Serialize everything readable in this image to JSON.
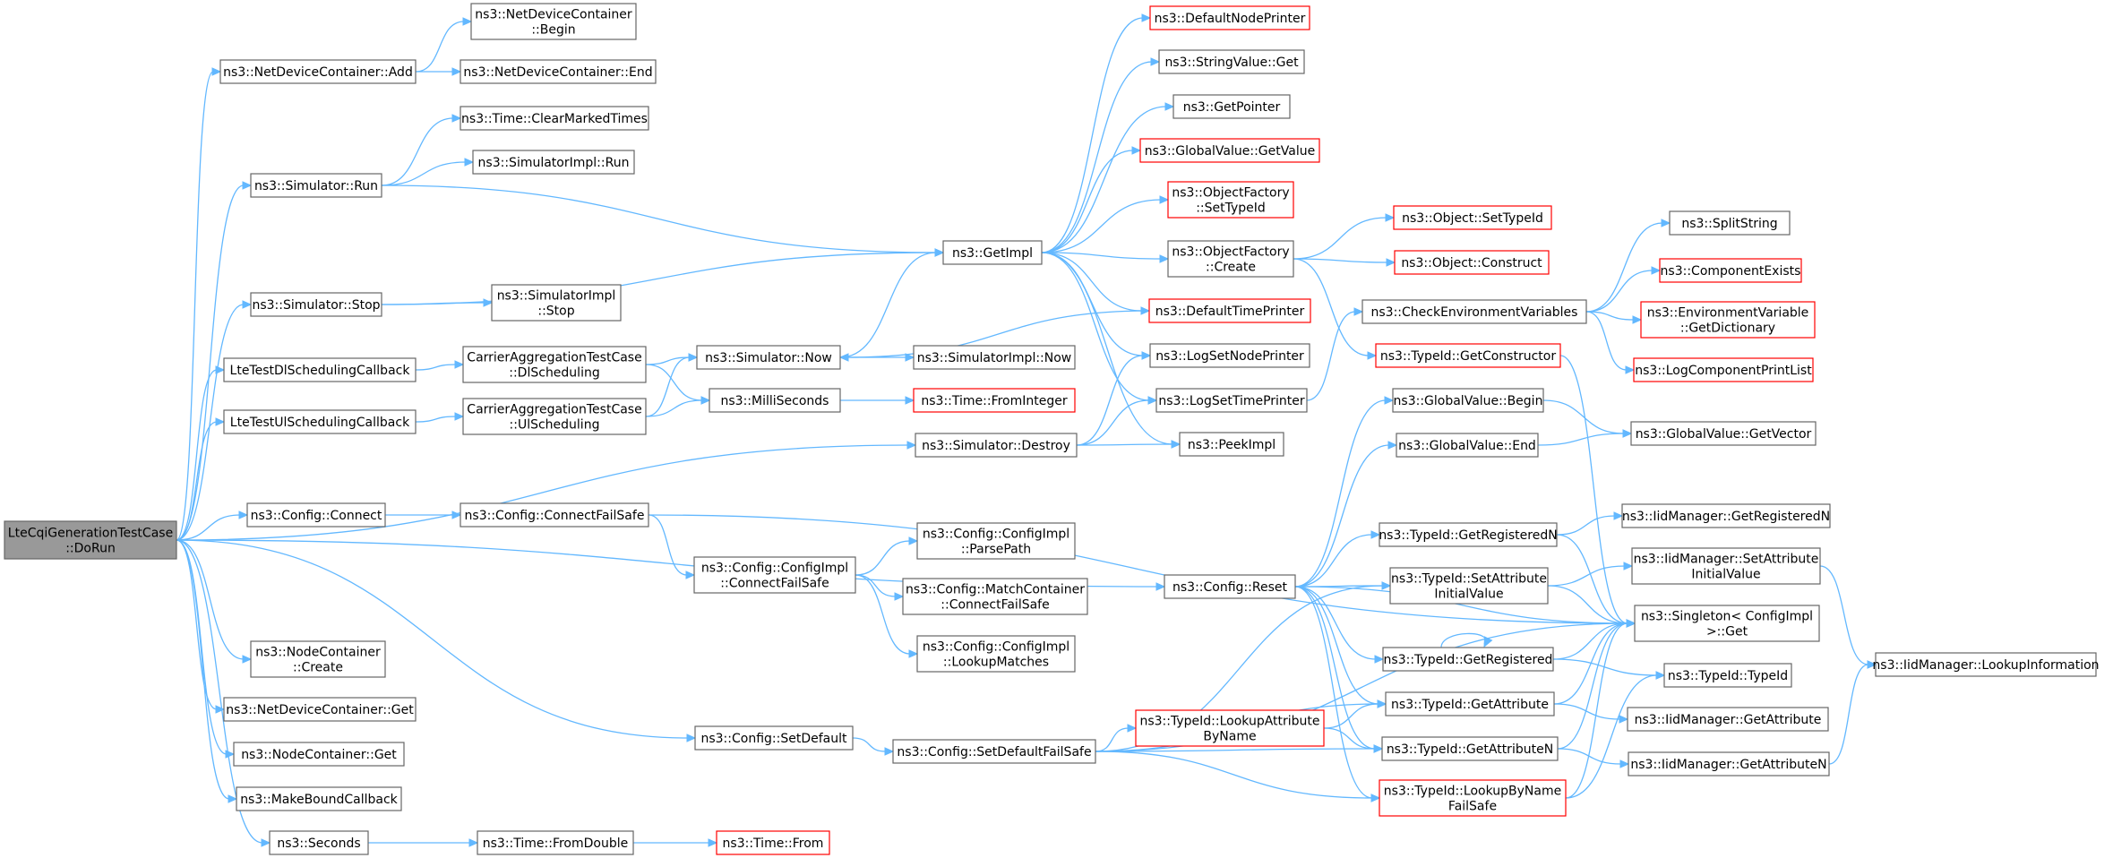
{
  "colors": {
    "edge": "#63b8ff",
    "node_border": "#666666",
    "node_border_truncated": "#ff0000",
    "root_fill": "#999999",
    "background": "#ffffff"
  },
  "nodes": [
    {
      "id": "root",
      "lines": [
        "LteCqiGenerationTestCase",
        "::DoRun"
      ],
      "style": "root"
    },
    {
      "id": "ndcAdd",
      "lines": [
        "ns3::NetDeviceContainer::Add"
      ]
    },
    {
      "id": "ndcBegin",
      "lines": [
        "ns3::NetDeviceContainer",
        "::Begin"
      ]
    },
    {
      "id": "ndcEnd",
      "lines": [
        "ns3::NetDeviceContainer::End"
      ]
    },
    {
      "id": "simRun",
      "lines": [
        "ns3::Simulator::Run"
      ]
    },
    {
      "id": "clearMarked",
      "lines": [
        "ns3::Time::ClearMarkedTimes"
      ]
    },
    {
      "id": "simImplRun",
      "lines": [
        "ns3::SimulatorImpl::Run"
      ]
    },
    {
      "id": "simStop",
      "lines": [
        "ns3::Simulator::Stop"
      ]
    },
    {
      "id": "simImplStop",
      "lines": [
        "ns3::SimulatorImpl",
        "::Stop"
      ]
    },
    {
      "id": "lteDl",
      "lines": [
        "LteTestDlSchedulingCallback"
      ]
    },
    {
      "id": "lteUl",
      "lines": [
        "LteTestUlSchedulingCallback"
      ]
    },
    {
      "id": "caDl",
      "lines": [
        "CarrierAggregationTestCase",
        "::DlScheduling"
      ]
    },
    {
      "id": "caUl",
      "lines": [
        "CarrierAggregationTestCase",
        "::UlScheduling"
      ]
    },
    {
      "id": "simNow",
      "lines": [
        "ns3::Simulator::Now"
      ]
    },
    {
      "id": "simImplNow",
      "lines": [
        "ns3::SimulatorImpl::Now"
      ]
    },
    {
      "id": "milli",
      "lines": [
        "ns3::MilliSeconds"
      ]
    },
    {
      "id": "fromInt",
      "lines": [
        "ns3::Time::FromInteger"
      ],
      "style": "red"
    },
    {
      "id": "simDestroy",
      "lines": [
        "ns3::Simulator::Destroy"
      ]
    },
    {
      "id": "cfgConnect",
      "lines": [
        "ns3::Config::Connect"
      ]
    },
    {
      "id": "cfgConnectFS",
      "lines": [
        "ns3::Config::ConnectFailSafe"
      ]
    },
    {
      "id": "cfgImplCFS",
      "lines": [
        "ns3::Config::ConfigImpl",
        "::ConnectFailSafe"
      ]
    },
    {
      "id": "parsePath",
      "lines": [
        "ns3::Config::ConfigImpl",
        "::ParsePath"
      ]
    },
    {
      "id": "matchCFS",
      "lines": [
        "ns3::Config::MatchContainer",
        "::ConnectFailSafe"
      ]
    },
    {
      "id": "lookupMatches",
      "lines": [
        "ns3::Config::ConfigImpl",
        "::LookupMatches"
      ]
    },
    {
      "id": "ncCreate",
      "lines": [
        "ns3::NodeContainer",
        "::Create"
      ]
    },
    {
      "id": "ndcGet",
      "lines": [
        "ns3::NetDeviceContainer::Get"
      ]
    },
    {
      "id": "ncGet",
      "lines": [
        "ns3::NodeContainer::Get"
      ]
    },
    {
      "id": "mbc",
      "lines": [
        "ns3::MakeBoundCallback"
      ]
    },
    {
      "id": "seconds",
      "lines": [
        "ns3::Seconds"
      ]
    },
    {
      "id": "fromDouble",
      "lines": [
        "ns3::Time::FromDouble"
      ]
    },
    {
      "id": "timeFrom",
      "lines": [
        "ns3::Time::From"
      ],
      "style": "red"
    },
    {
      "id": "cfgSetDefault",
      "lines": [
        "ns3::Config::SetDefault"
      ]
    },
    {
      "id": "cfgSetDefaultFS",
      "lines": [
        "ns3::Config::SetDefaultFailSafe"
      ]
    },
    {
      "id": "getImpl",
      "lines": [
        "ns3::GetImpl"
      ]
    },
    {
      "id": "defNodePrinter",
      "lines": [
        "ns3::DefaultNodePrinter"
      ],
      "style": "red"
    },
    {
      "id": "strValGet",
      "lines": [
        "ns3::StringValue::Get"
      ]
    },
    {
      "id": "getPointer",
      "lines": [
        "ns3::GetPointer"
      ]
    },
    {
      "id": "gvGetValue",
      "lines": [
        "ns3::GlobalValue::GetValue"
      ],
      "style": "red"
    },
    {
      "id": "ofSetTypeId",
      "lines": [
        "ns3::ObjectFactory",
        "::SetTypeId"
      ],
      "style": "red"
    },
    {
      "id": "ofCreate",
      "lines": [
        "ns3::ObjectFactory",
        "::Create"
      ]
    },
    {
      "id": "defTimePrinter",
      "lines": [
        "ns3::DefaultTimePrinter"
      ],
      "style": "red"
    },
    {
      "id": "logSetNode",
      "lines": [
        "ns3::LogSetNodePrinter"
      ]
    },
    {
      "id": "logSetTime",
      "lines": [
        "ns3::LogSetTimePrinter"
      ]
    },
    {
      "id": "peekImpl",
      "lines": [
        "ns3::PeekImpl"
      ]
    },
    {
      "id": "cfgReset",
      "lines": [
        "ns3::Config::Reset"
      ]
    },
    {
      "id": "lookupAttrByName",
      "lines": [
        "ns3::TypeId::LookupAttribute",
        "ByName"
      ],
      "style": "red"
    },
    {
      "id": "objSetTypeId",
      "lines": [
        "ns3::Object::SetTypeId"
      ],
      "style": "red"
    },
    {
      "id": "objConstruct",
      "lines": [
        "ns3::Object::Construct"
      ],
      "style": "red"
    },
    {
      "id": "checkEnv",
      "lines": [
        "ns3::CheckEnvironmentVariables"
      ]
    },
    {
      "id": "getConstructor",
      "lines": [
        "ns3::TypeId::GetConstructor"
      ],
      "style": "red"
    },
    {
      "id": "gvBegin",
      "lines": [
        "ns3::GlobalValue::Begin"
      ]
    },
    {
      "id": "gvEnd",
      "lines": [
        "ns3::GlobalValue::End"
      ]
    },
    {
      "id": "getRegN",
      "lines": [
        "ns3::TypeId::GetRegisteredN"
      ]
    },
    {
      "id": "setAttrInit",
      "lines": [
        "ns3::TypeId::SetAttribute",
        "InitialValue"
      ]
    },
    {
      "id": "getRegistered",
      "lines": [
        "ns3::TypeId::GetRegistered"
      ]
    },
    {
      "id": "getAttribute",
      "lines": [
        "ns3::TypeId::GetAttribute"
      ]
    },
    {
      "id": "getAttributeN",
      "lines": [
        "ns3::TypeId::GetAttributeN"
      ]
    },
    {
      "id": "lookupByNameFS",
      "lines": [
        "ns3::TypeId::LookupByName",
        "FailSafe"
      ],
      "style": "red"
    },
    {
      "id": "splitString",
      "lines": [
        "ns3::SplitString"
      ]
    },
    {
      "id": "compExists",
      "lines": [
        "ns3::ComponentExists"
      ],
      "style": "red"
    },
    {
      "id": "envGetDict",
      "lines": [
        "ns3::EnvironmentVariable",
        "::GetDictionary"
      ],
      "style": "red"
    },
    {
      "id": "logCompPrint",
      "lines": [
        "ns3::LogComponentPrintList"
      ],
      "style": "red"
    },
    {
      "id": "gvGetVector",
      "lines": [
        "ns3::GlobalValue::GetVector"
      ]
    },
    {
      "id": "iidGetRegN",
      "lines": [
        "ns3::IidManager::GetRegisteredN"
      ]
    },
    {
      "id": "iidSetAttrInit",
      "lines": [
        "ns3::IidManager::SetAttribute",
        "InitialValue"
      ]
    },
    {
      "id": "singletonGet",
      "lines": [
        "ns3::Singleton< ConfigImpl",
        ">::Get"
      ]
    },
    {
      "id": "typeIdTypeId",
      "lines": [
        "ns3::TypeId::TypeId"
      ]
    },
    {
      "id": "iidGetAttr",
      "lines": [
        "ns3::IidManager::GetAttribute"
      ]
    },
    {
      "id": "iidGetAttrN",
      "lines": [
        "ns3::IidManager::GetAttributeN"
      ]
    },
    {
      "id": "iidLookupInfo",
      "lines": [
        "ns3::IidManager::LookupInformation"
      ]
    }
  ],
  "edges": [
    [
      "root",
      "ndcAdd"
    ],
    [
      "root",
      "simRun"
    ],
    [
      "root",
      "simStop"
    ],
    [
      "root",
      "lteDl"
    ],
    [
      "root",
      "lteUl"
    ],
    [
      "root",
      "simDestroy"
    ],
    [
      "root",
      "cfgConnect"
    ],
    [
      "root",
      "ncCreate"
    ],
    [
      "root",
      "ndcGet"
    ],
    [
      "root",
      "ncGet"
    ],
    [
      "root",
      "mbc"
    ],
    [
      "root",
      "seconds"
    ],
    [
      "root",
      "cfgSetDefault"
    ],
    [
      "root",
      "cfgReset"
    ],
    [
      "ndcAdd",
      "ndcBegin"
    ],
    [
      "ndcAdd",
      "ndcEnd"
    ],
    [
      "simRun",
      "clearMarked"
    ],
    [
      "simRun",
      "simImplRun"
    ],
    [
      "simRun",
      "getImpl"
    ],
    [
      "simStop",
      "simImplStop"
    ],
    [
      "simStop",
      "getImpl"
    ],
    [
      "lteDl",
      "caDl"
    ],
    [
      "lteUl",
      "caUl"
    ],
    [
      "caDl",
      "simNow"
    ],
    [
      "caDl",
      "milli"
    ],
    [
      "caUl",
      "simNow"
    ],
    [
      "caUl",
      "milli"
    ],
    [
      "simNow",
      "simImplNow"
    ],
    [
      "simNow",
      "getImpl"
    ],
    [
      "milli",
      "fromInt"
    ],
    [
      "simDestroy",
      "logSetNode"
    ],
    [
      "simDestroy",
      "logSetTime"
    ],
    [
      "simDestroy",
      "peekImpl"
    ],
    [
      "cfgConnect",
      "cfgConnectFS"
    ],
    [
      "cfgConnectFS",
      "cfgImplCFS"
    ],
    [
      "cfgConnectFS",
      "singletonGet"
    ],
    [
      "cfgImplCFS",
      "parsePath"
    ],
    [
      "cfgImplCFS",
      "matchCFS"
    ],
    [
      "cfgImplCFS",
      "lookupMatches"
    ],
    [
      "seconds",
      "fromDouble"
    ],
    [
      "fromDouble",
      "timeFrom"
    ],
    [
      "cfgSetDefault",
      "cfgSetDefaultFS"
    ],
    [
      "cfgSetDefaultFS",
      "lookupAttrByName"
    ],
    [
      "cfgSetDefaultFS",
      "getAttribute"
    ],
    [
      "cfgSetDefaultFS",
      "getAttributeN"
    ],
    [
      "cfgSetDefaultFS",
      "lookupByNameFS"
    ],
    [
      "cfgSetDefaultFS",
      "setAttrInit"
    ],
    [
      "cfgSetDefaultFS",
      "singletonGet"
    ],
    [
      "getImpl",
      "defNodePrinter"
    ],
    [
      "getImpl",
      "strValGet"
    ],
    [
      "getImpl",
      "getPointer"
    ],
    [
      "getImpl",
      "gvGetValue"
    ],
    [
      "getImpl",
      "ofSetTypeId"
    ],
    [
      "getImpl",
      "ofCreate"
    ],
    [
      "getImpl",
      "defTimePrinter"
    ],
    [
      "getImpl",
      "logSetNode"
    ],
    [
      "getImpl",
      "logSetTime"
    ],
    [
      "getImpl",
      "peekImpl"
    ],
    [
      "defTimePrinter",
      "simNow"
    ],
    [
      "ofCreate",
      "objSetTypeId"
    ],
    [
      "ofCreate",
      "objConstruct"
    ],
    [
      "ofCreate",
      "getConstructor"
    ],
    [
      "logSetTime",
      "checkEnv"
    ],
    [
      "checkEnv",
      "splitString"
    ],
    [
      "checkEnv",
      "compExists"
    ],
    [
      "checkEnv",
      "envGetDict"
    ],
    [
      "checkEnv",
      "logCompPrint"
    ],
    [
      "getConstructor",
      "singletonGet"
    ],
    [
      "cfgReset",
      "gvBegin"
    ],
    [
      "cfgReset",
      "gvEnd"
    ],
    [
      "cfgReset",
      "getRegN"
    ],
    [
      "cfgReset",
      "setAttrInit"
    ],
    [
      "cfgReset",
      "getRegistered"
    ],
    [
      "cfgReset",
      "getAttribute"
    ],
    [
      "cfgReset",
      "getAttributeN"
    ],
    [
      "cfgReset",
      "lookupByNameFS"
    ],
    [
      "cfgReset",
      "singletonGet"
    ],
    [
      "lookupAttrByName",
      "getAttribute"
    ],
    [
      "lookupAttrByName",
      "getAttributeN"
    ],
    [
      "gvBegin",
      "gvGetVector"
    ],
    [
      "gvEnd",
      "gvGetVector"
    ],
    [
      "getRegN",
      "iidGetRegN"
    ],
    [
      "getRegN",
      "singletonGet"
    ],
    [
      "setAttrInit",
      "iidSetAttrInit"
    ],
    [
      "setAttrInit",
      "singletonGet"
    ],
    [
      "getRegistered",
      "getRegistered"
    ],
    [
      "getRegistered",
      "singletonGet"
    ],
    [
      "getRegistered",
      "typeIdTypeId"
    ],
    [
      "getAttribute",
      "iidGetAttr"
    ],
    [
      "getAttribute",
      "singletonGet"
    ],
    [
      "getAttributeN",
      "iidGetAttrN"
    ],
    [
      "getAttributeN",
      "singletonGet"
    ],
    [
      "lookupByNameFS",
      "singletonGet"
    ],
    [
      "lookupByNameFS",
      "typeIdTypeId"
    ],
    [
      "iidSetAttrInit",
      "iidLookupInfo"
    ],
    [
      "iidGetAttrN",
      "iidLookupInfo"
    ]
  ]
}
